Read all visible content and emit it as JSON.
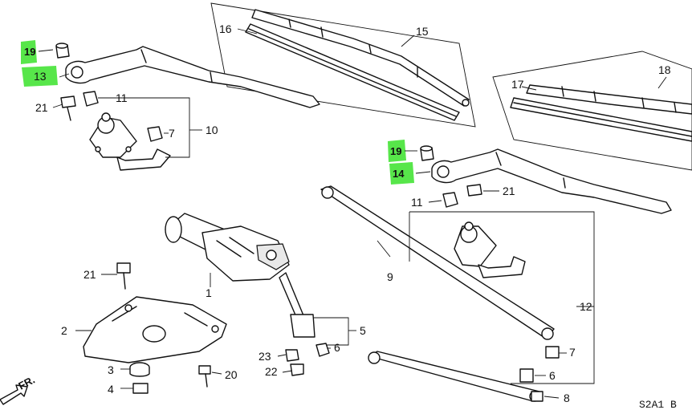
{
  "diagram_code": "S2A1  B",
  "direction_label": "FR.",
  "highlight_color": "#57e64a",
  "callouts": {
    "c1": "1",
    "c2": "2",
    "c3": "3",
    "c4": "4",
    "c5": "5",
    "c6a": "6",
    "c6b": "6",
    "c7a": "7",
    "c7b": "7",
    "c8": "8",
    "c9": "9",
    "c10": "10",
    "c11a": "11",
    "c11b": "11",
    "c12": "12",
    "c13": "13",
    "c14": "14",
    "c15": "15",
    "c16": "16",
    "c17": "17",
    "c18": "18",
    "c19a": "19",
    "c19b": "19",
    "c20": "20",
    "c21a": "21",
    "c21b": "21",
    "c21c": "21",
    "c22": "22",
    "c23": "23"
  }
}
